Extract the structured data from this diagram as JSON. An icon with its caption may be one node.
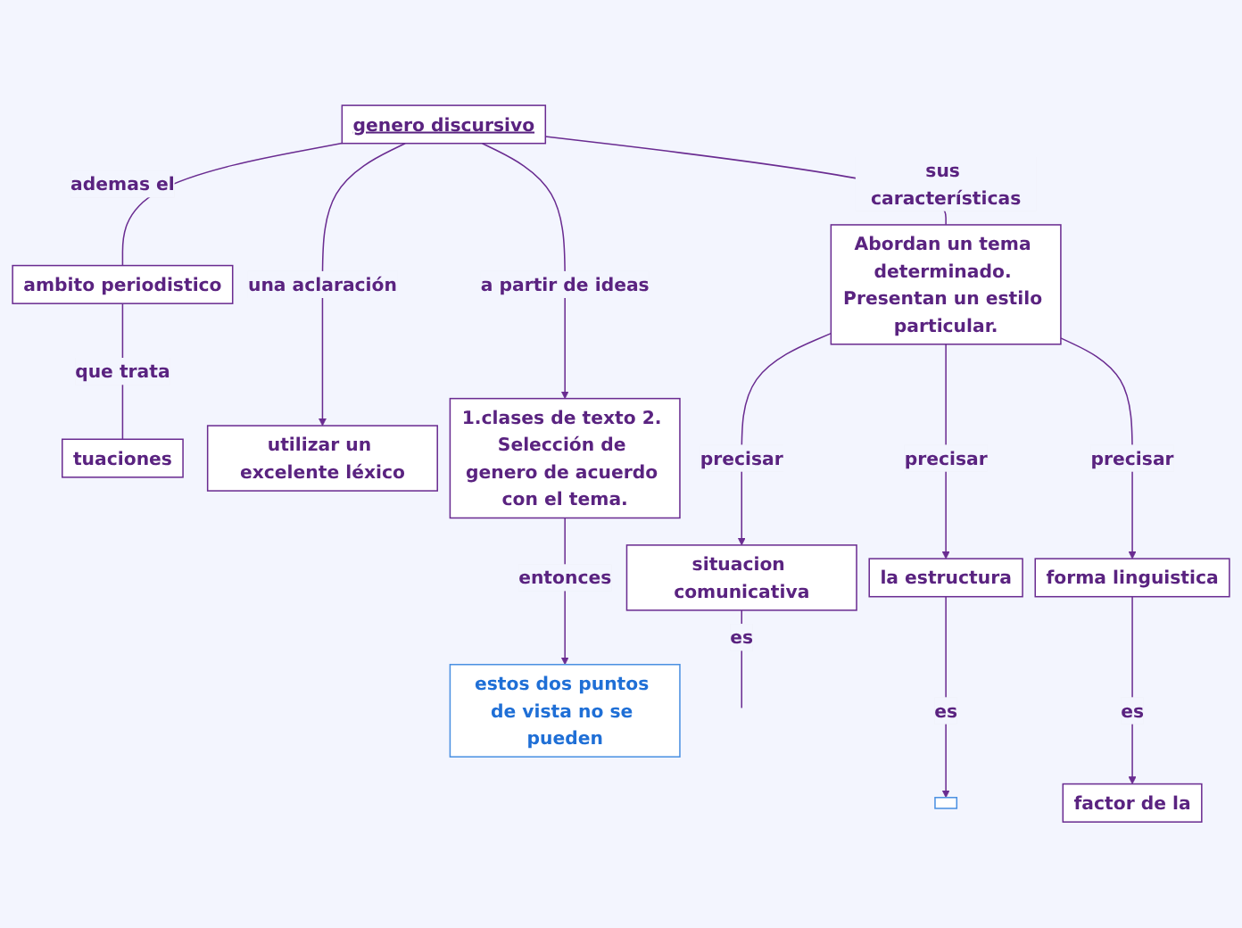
{
  "diagram": {
    "nodes": [
      {
        "text": [
          "genero discursivo"
        ]
      },
      {
        "text": [
          "ambito periodistico"
        ]
      },
      {
        "text": [
          "tuaciones"
        ]
      },
      {
        "text": [
          "Abordan un tema determinado. Presentan un estilo particular."
        ]
      },
      {
        "text": [
          "utilizar un excelente léxico"
        ]
      },
      {
        "text": [
          "1.clases de texto 2. Selección de genero de acuerdo con el tema."
        ]
      },
      {
        "text": [
          "situacion comunicativa"
        ]
      },
      {
        "text": [
          "la estructura"
        ]
      },
      {
        "text": [
          "forma linguistica"
        ]
      },
      {
        "text": [],
        "shape": "box"
      },
      {
        "text": [
          "factor de la"
        ]
      },
      {
        "text": [
          "estos dos puntos de vista no se pueden"
        ]
      }
    ],
    "edges": [
      {
        "from": 0,
        "to": 1,
        "arrow": "none",
        "label": "ademas el"
      },
      {
        "from": 1,
        "to": 2,
        "arrow": "none",
        "label": "que trata"
      },
      {
        "from": 0,
        "to": 3,
        "arrow": "none",
        "label": "sus características"
      },
      {
        "from": 0,
        "to": 4,
        "arrow": "to",
        "label": "una aclaración"
      },
      {
        "from": 0,
        "to": 5,
        "arrow": "to",
        "label": "a partir de ideas"
      },
      {
        "from": 3,
        "to": 6,
        "arrow": "to",
        "label": "precisar"
      },
      {
        "from": 3,
        "to": 7,
        "arrow": "to",
        "label": "precisar"
      },
      {
        "from": 3,
        "to": 8,
        "arrow": "to",
        "label": "precisar"
      },
      {
        "from": 6,
        "to": null,
        "arrow": "none",
        "label": "es"
      },
      {
        "from": 7,
        "to": 9,
        "arrow": "to",
        "label": "es"
      },
      {
        "from": 8,
        "to": 10,
        "arrow": "to",
        "label": "es"
      },
      {
        "from": 5,
        "to": 11,
        "arrow": "to",
        "label": "entonces"
      }
    ]
  }
}
